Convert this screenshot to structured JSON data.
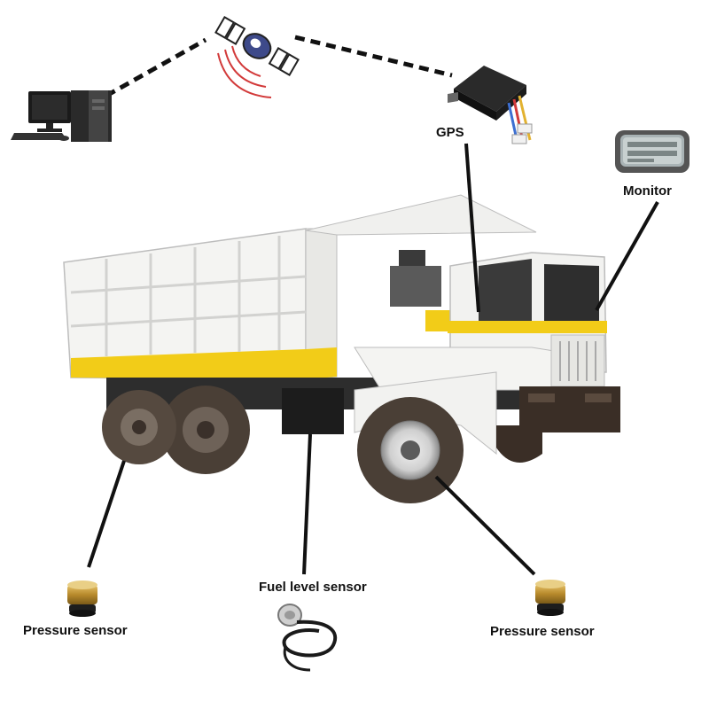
{
  "labels": {
    "gps": "GPS",
    "monitor": "Monitor",
    "fuel": "Fuel level sensor",
    "pressure_left": "Pressure sensor",
    "pressure_right": "Pressure sensor"
  },
  "icons": {
    "computer": "computer-icon",
    "satellite": "satellite-icon",
    "gps_unit": "gps-tracker-icon",
    "monitor": "tpms-monitor-icon",
    "truck": "dump-truck",
    "fuel_sensor": "fuel-level-sensor-icon",
    "pressure_sensor": "tire-pressure-sensor-icon"
  },
  "colors": {
    "truck_body": "#f4f4f2",
    "truck_stripe": "#f2cc18",
    "tire": "#4a3f36",
    "connector": "#111111",
    "sensor_gold": "#c9a24a"
  }
}
